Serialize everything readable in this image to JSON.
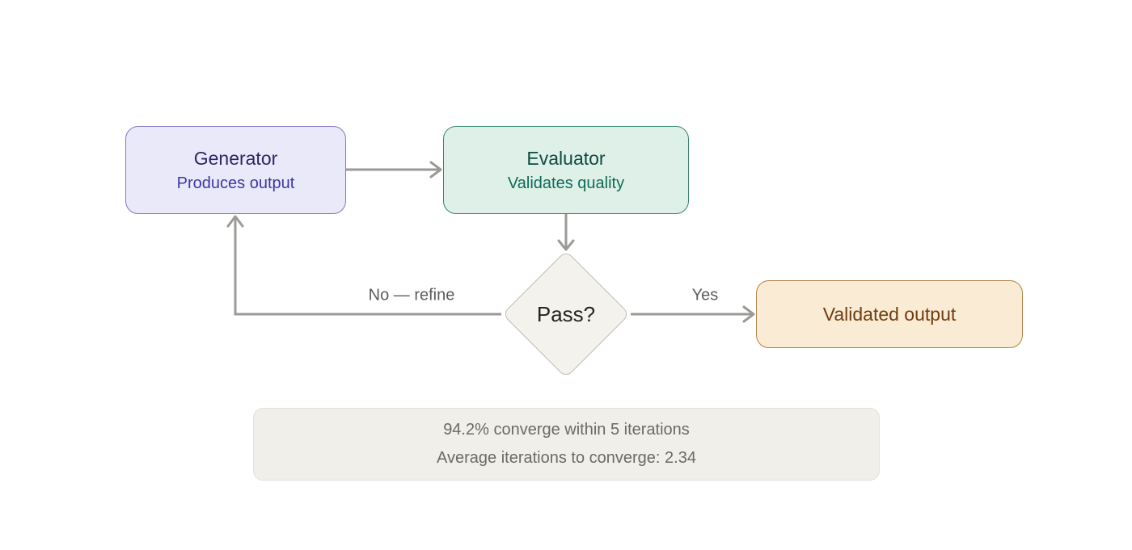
{
  "nodes": {
    "generator": {
      "title": "Generator",
      "subtitle": "Produces output"
    },
    "evaluator": {
      "title": "Evaluator",
      "subtitle": "Validates quality"
    },
    "decision": {
      "label": "Pass?"
    },
    "output": {
      "label": "Validated output"
    }
  },
  "edges": {
    "yes_label": "Yes",
    "no_label": "No — refine"
  },
  "stats": {
    "line1": "94.2% converge within 5 iterations",
    "line2": "Average iterations to converge: 2.34"
  },
  "colors": {
    "canvas_bg": "#ffffff",
    "generator_fill": "#eae9f9",
    "generator_border": "#8179c4",
    "generator_title": "#2d2566",
    "generator_subtitle": "#3f37a4",
    "evaluator_fill": "#def0e8",
    "evaluator_border": "#3a8871",
    "evaluator_title": "#0f4a40",
    "evaluator_subtitle": "#0e6b55",
    "decision_fill": "#f4f2ed",
    "decision_border": "#c2beb5",
    "decision_text": "#242424",
    "output_fill": "#faebd4",
    "output_border": "#b08448",
    "output_text": "#6f3d12",
    "stats_fill": "#f0efe9",
    "stats_border": "#e3e1d9",
    "stats_text": "#6b6a64",
    "edge": "#9b9a96",
    "edge_label": "#5c5c5c"
  }
}
